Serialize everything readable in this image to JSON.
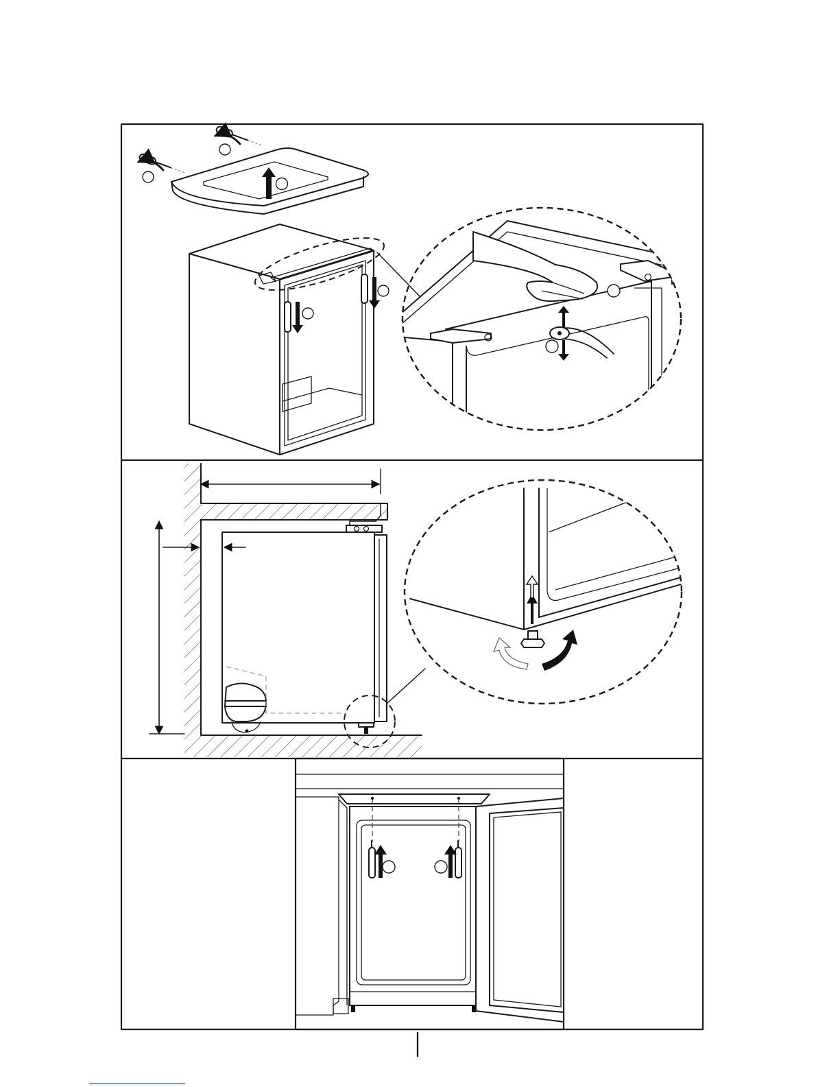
{
  "figure": {
    "panels": [
      "top-cover-removal",
      "niche-dimensions",
      "door-mounting"
    ],
    "icons": [
      "screwdriver-icon",
      "lift-arrow-icon",
      "pliers-icon",
      "leveling-foot-icon",
      "rotate-arrow-icon"
    ],
    "colors": {
      "line": "#1a1a1a",
      "hatch": "#555555",
      "fill": "#ffffff",
      "accent_arrow": "#111111"
    }
  }
}
